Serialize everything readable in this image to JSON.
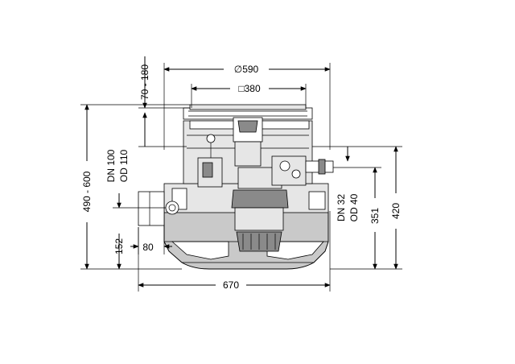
{
  "dimensions": {
    "top_diameter": "∅590",
    "cover_square": "□380",
    "cover_height_range": "70 - 180",
    "total_height_range": "490 - 600",
    "inlet_nominal": "DN 100",
    "inlet_outer": "OD 110",
    "inlet_height": "152",
    "inlet_length": "80",
    "base_width": "670",
    "outlet_nominal": "DN 32",
    "outlet_outer": "OD 40",
    "outlet_height": "351",
    "body_height": "420"
  }
}
